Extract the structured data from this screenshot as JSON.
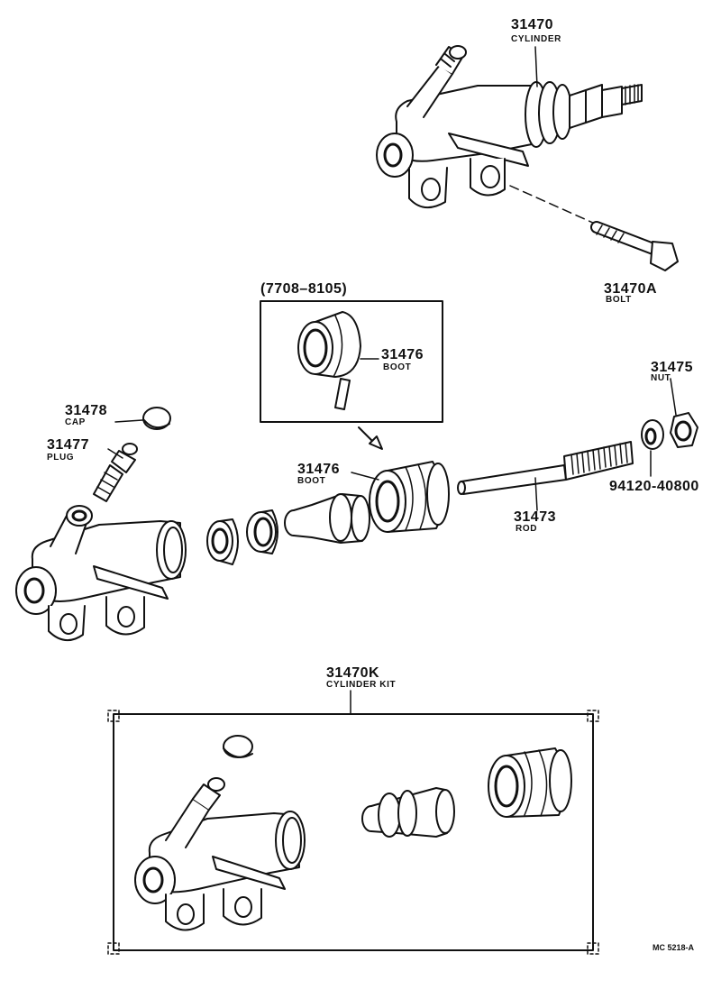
{
  "colors": {
    "ink": "#111111",
    "paper": "#ffffff"
  },
  "labels": {
    "cylinder_top": {
      "number": "31470",
      "name": "CYLINDER"
    },
    "bolt": {
      "number": "31470A",
      "name": "BOLT"
    },
    "date_range": "(7708–8105)",
    "boot_inset": {
      "number": "31476",
      "name": "BOOT"
    },
    "nut": {
      "number": "31475",
      "name": "NUT"
    },
    "cap": {
      "number": "31478",
      "name": "CAP"
    },
    "plug": {
      "number": "31477",
      "name": "PLUG"
    },
    "boot": {
      "number": "31476",
      "name": "BOOT"
    },
    "washer": {
      "number": "94120-40800"
    },
    "rod": {
      "number": "31473",
      "name": "ROD"
    },
    "kit": {
      "number": "31470K",
      "name": "CYLINDER KIT"
    }
  },
  "figure_code": "MC 5218-A"
}
